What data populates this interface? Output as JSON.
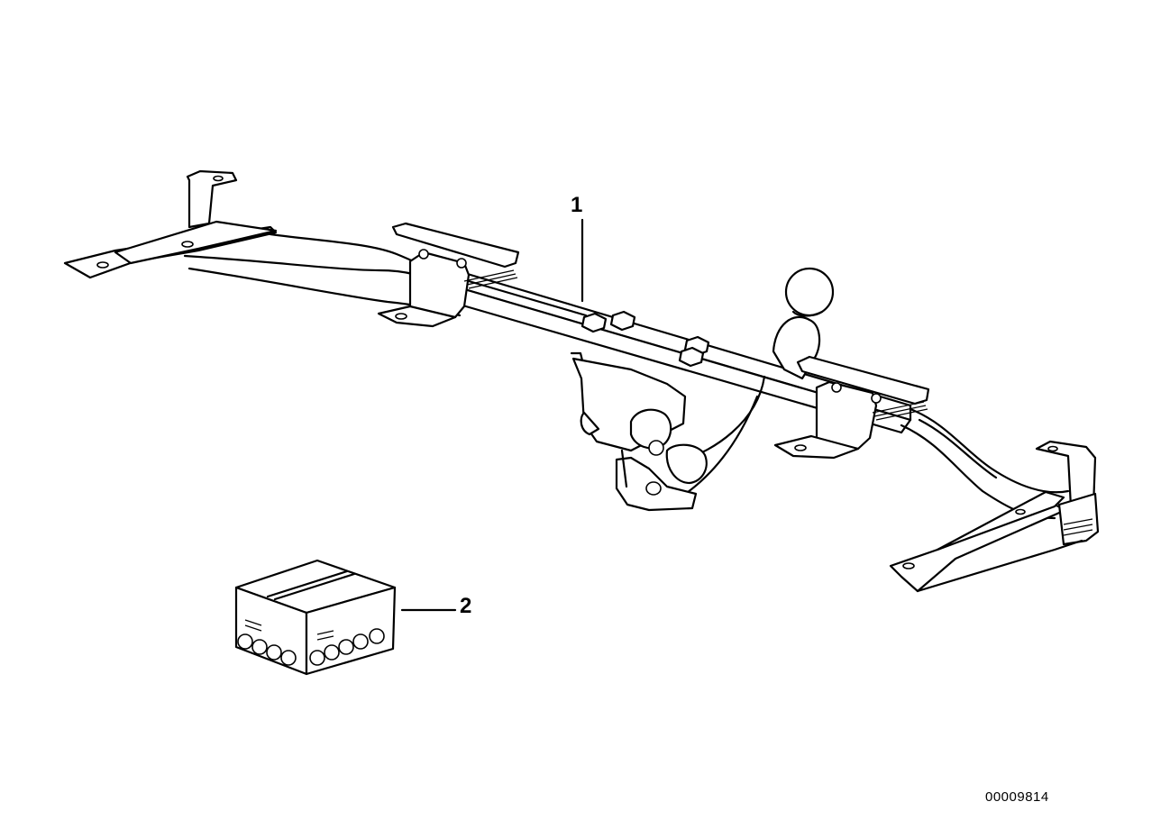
{
  "callouts": {
    "item1": "1",
    "item2": "2"
  },
  "drawing_number": "00009814",
  "parts": [
    {
      "ref": "1",
      "icon": "tow-hitch-crossbar-icon"
    },
    {
      "ref": "2",
      "icon": "parts-kit-box-icon"
    }
  ]
}
